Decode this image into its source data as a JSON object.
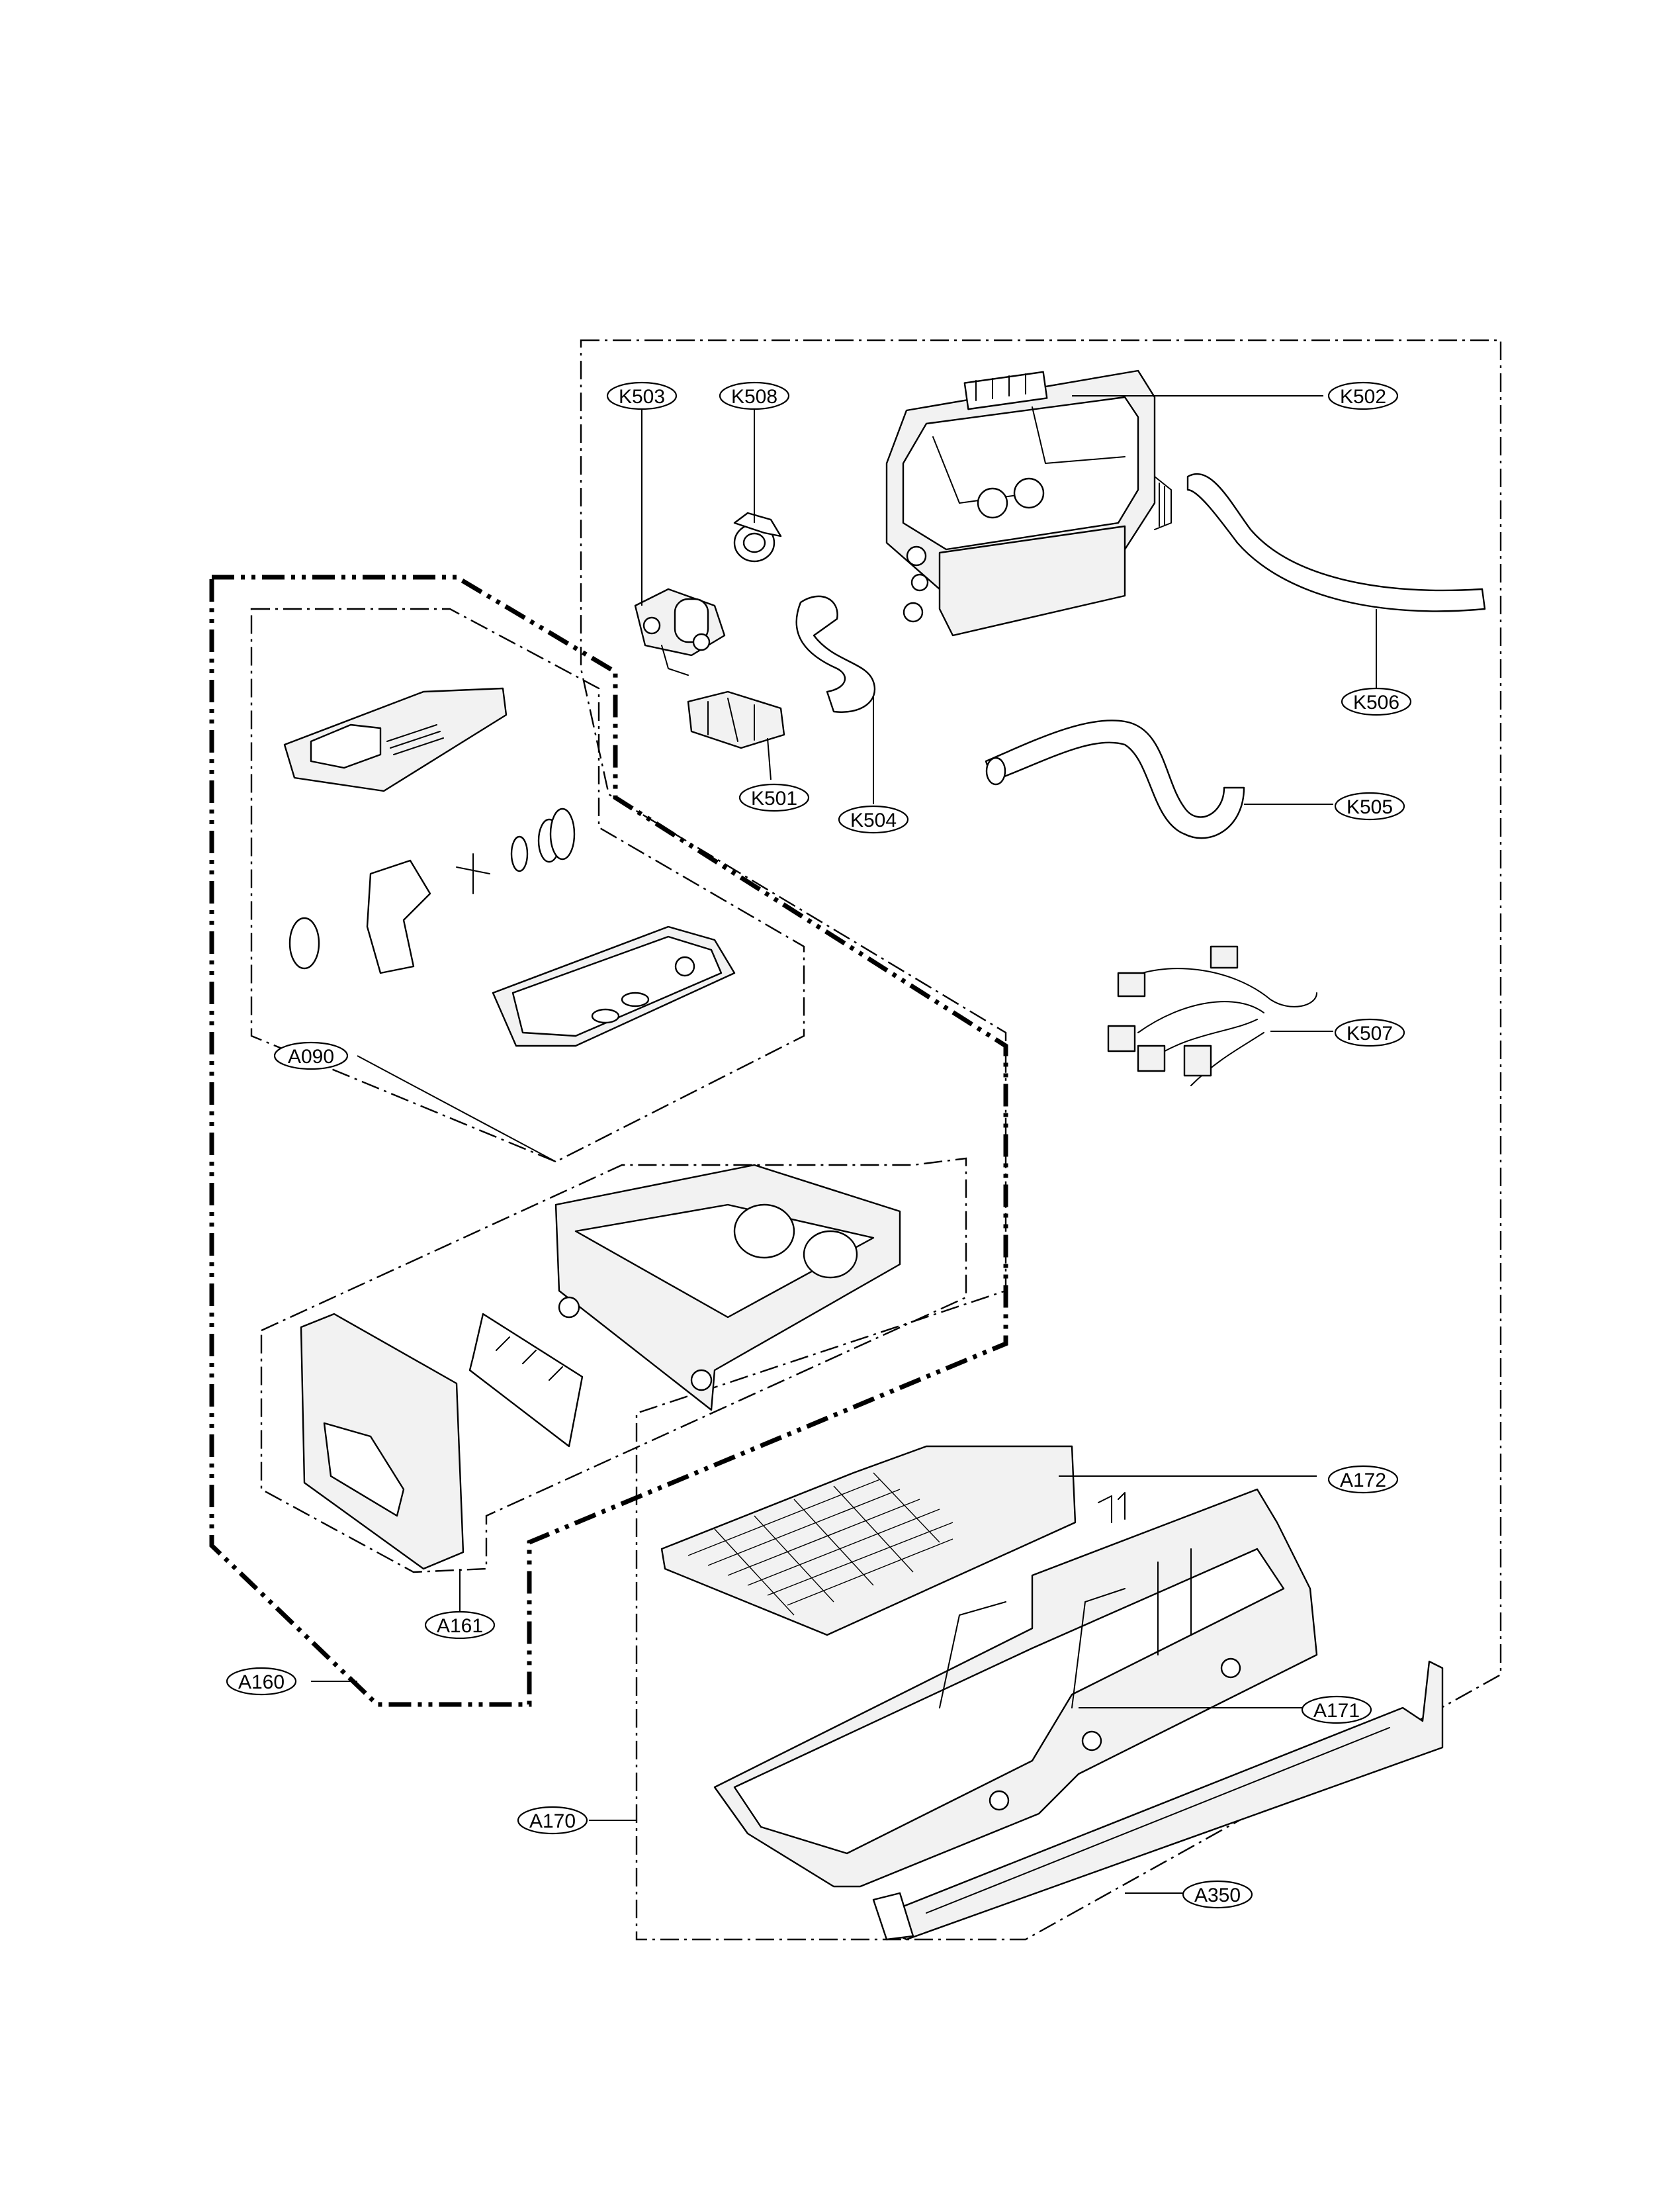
{
  "callouts": {
    "k503": "K503",
    "k508": "K508",
    "k502": "K502",
    "k506": "K506",
    "k501": "K501",
    "k504": "K504",
    "k505": "K505",
    "k507": "K507",
    "a090": "A090",
    "a161": "A161",
    "a160": "A160",
    "a172": "A172",
    "a171": "A171",
    "a170": "A170",
    "a350": "A350"
  },
  "colors": {
    "line": "#000000",
    "background": "#ffffff",
    "part_shade": "#f2f2f2"
  }
}
